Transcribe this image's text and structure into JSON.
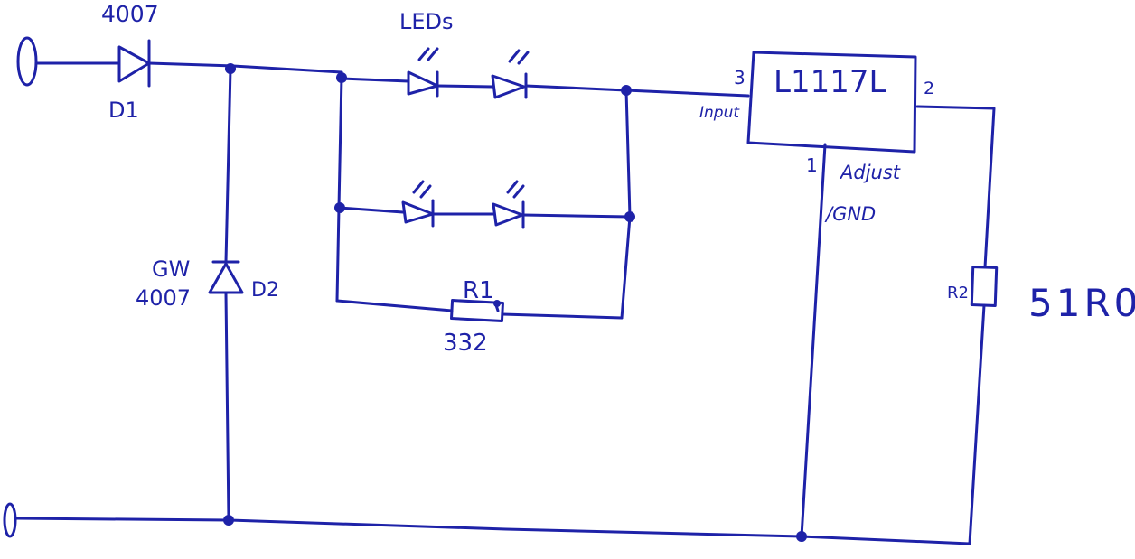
{
  "colors": {
    "ink": "#1e22a8",
    "paper": "#ffffff"
  },
  "labels": {
    "d1_value": "4007",
    "d1_ref": "D1",
    "leds": "LEDs",
    "regulator": "L1117L",
    "pin_input_number": "3",
    "pin_input_name": "Input",
    "pin_output_number": "2",
    "pin_adjust_number": "1",
    "pin_adjust_name": "Adjust",
    "pin_gnd_name": "/GND",
    "d2_type": "GW",
    "d2_value": "4007",
    "d2_ref": "D2",
    "r1_ref": "R1",
    "r1_value": "332",
    "r2_ref": "R2",
    "r2_value": "51R0"
  }
}
